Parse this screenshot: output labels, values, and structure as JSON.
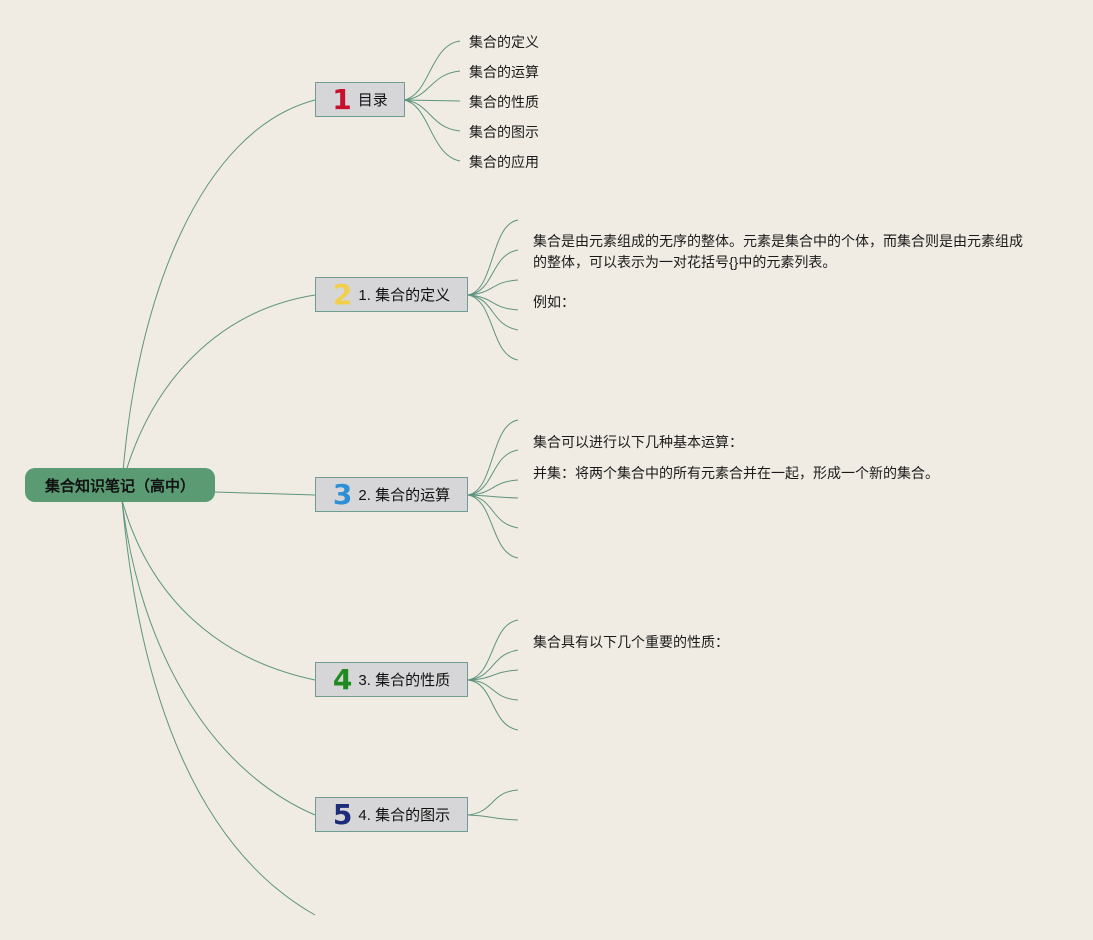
{
  "root": {
    "label": "集合知识笔记（高中）"
  },
  "colors": {
    "branch_line": "#5e947f",
    "root_fill": "#5a9b74",
    "topic_fill": "#d6d6d8"
  },
  "topics": [
    {
      "num": "1",
      "num_color": "#c8102e",
      "label": "目录"
    },
    {
      "num": "2",
      "num_color": "#f2cf4a",
      "label": "1. 集合的定义"
    },
    {
      "num": "3",
      "num_color": "#2d8fd5",
      "label": "2. 集合的运算"
    },
    {
      "num": "4",
      "num_color": "#1f8a1f",
      "label": "3. 集合的性质"
    },
    {
      "num": "5",
      "num_color": "#1e2a7a",
      "label": "4. 集合的图示"
    }
  ],
  "toc": [
    "集合的定义",
    "集合的运算",
    "集合的性质",
    "集合的图示",
    "集合的应用"
  ],
  "definition": {
    "text_line1": "集合是由元素组成的无序的整体。元素是集合中的个体，而集合则是由元素组成",
    "text_line2": "的整体，可以表示为一对花括号{}中的元素列表。",
    "example": "例如："
  },
  "operations": {
    "intro": "集合可以进行以下几种基本运算：",
    "union": "并集：将两个集合中的所有元素合并在一起，形成一个新的集合。"
  },
  "properties": {
    "intro": "集合具有以下几个重要的性质："
  }
}
